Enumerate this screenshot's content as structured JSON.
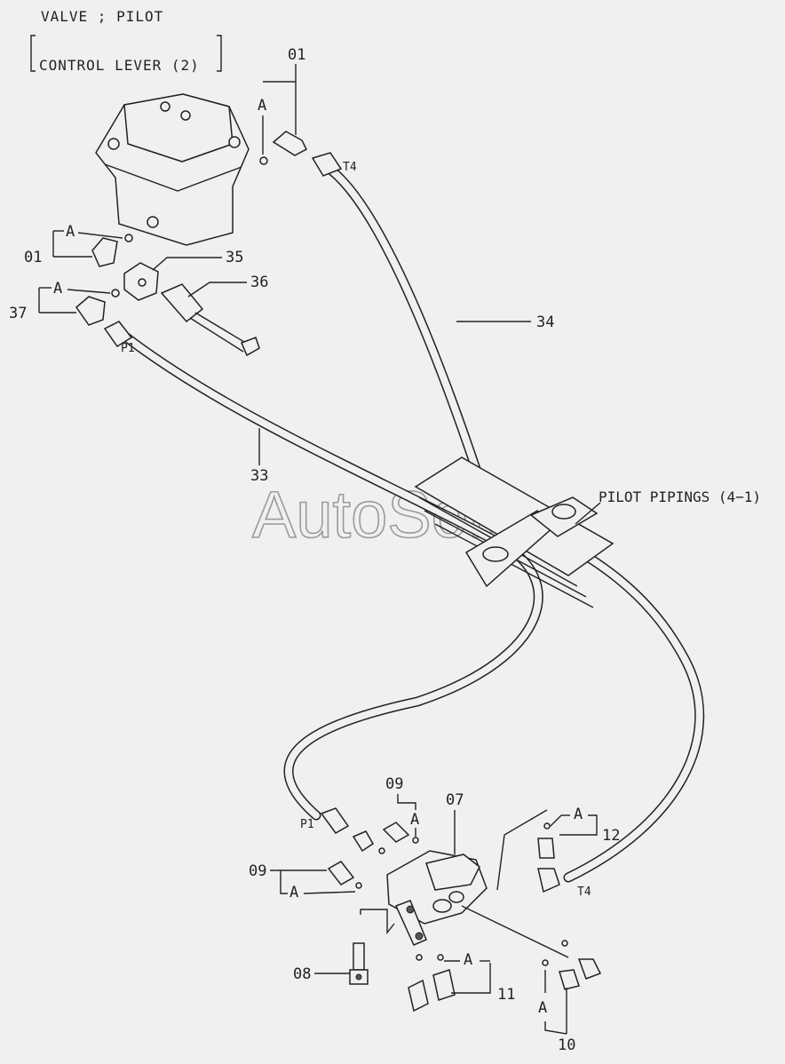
{
  "title": {
    "line1": "VALVE ; PILOT",
    "line2": "CONTROL LEVER (2)"
  },
  "reference": "PILOT PIPINGS (4−1)",
  "watermark": "AutoSoft",
  "parts": [
    {
      "id": "p01a",
      "label": "01"
    },
    {
      "id": "p01b",
      "label": "01"
    },
    {
      "id": "p35",
      "label": "35"
    },
    {
      "id": "p36",
      "label": "36"
    },
    {
      "id": "p37",
      "label": "37"
    },
    {
      "id": "p34",
      "label": "34"
    },
    {
      "id": "p33",
      "label": "33"
    },
    {
      "id": "p09a",
      "label": "09"
    },
    {
      "id": "p07",
      "label": "07"
    },
    {
      "id": "p09b",
      "label": "09"
    },
    {
      "id": "p12",
      "label": "12"
    },
    {
      "id": "p08",
      "label": "08"
    },
    {
      "id": "p11",
      "label": "11"
    },
    {
      "id": "p10",
      "label": "10"
    }
  ],
  "ports": {
    "p1_top": "P1",
    "t4_top": "T4",
    "p1_bottom": "P1",
    "t4_bottom": "T4"
  },
  "callout_letter": "A"
}
